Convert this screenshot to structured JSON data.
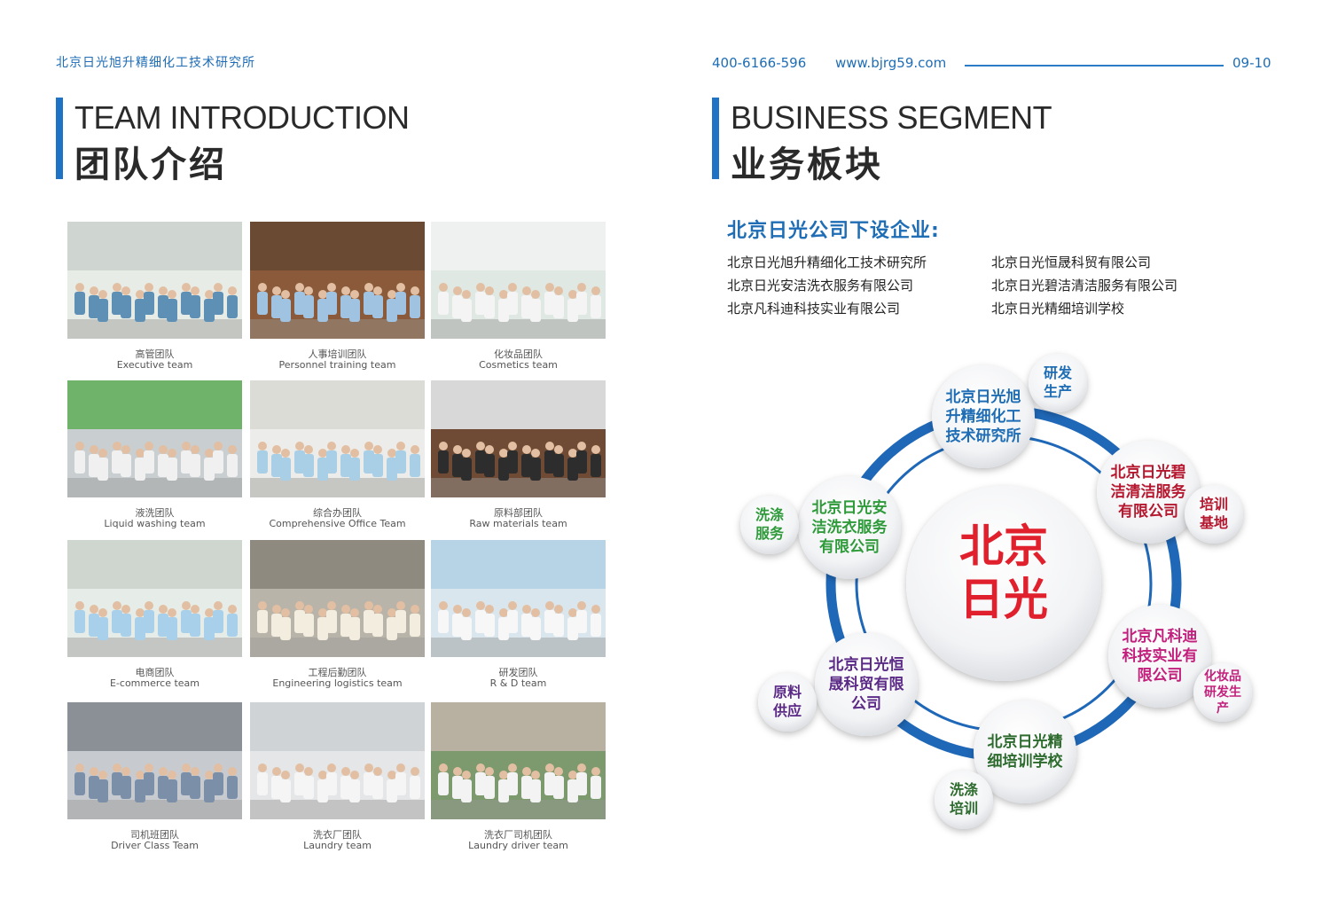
{
  "header": {
    "institute_name": "北京日光旭升精细化工技术研究所",
    "phone": "400-6166-596",
    "website": "www.bjrg59.com",
    "page_numbers": "09-10"
  },
  "team": {
    "title_en": "TEAM INTRODUCTION",
    "title_zh": "团队介绍",
    "photos": [
      {
        "zh": "高管团队",
        "en": "Executive team"
      },
      {
        "zh": "人事培训团队",
        "en": "Personnel training team"
      },
      {
        "zh": "化妆品团队",
        "en": "Cosmetics team"
      },
      {
        "zh": "液洗团队",
        "en": "Liquid washing team"
      },
      {
        "zh": "综合办团队",
        "en": "Comprehensive Office Team"
      },
      {
        "zh": "原料部团队",
        "en": "Raw materials team"
      },
      {
        "zh": "电商团队",
        "en": "E-commerce team"
      },
      {
        "zh": "工程后勤团队",
        "en": "Engineering logistics team"
      },
      {
        "zh": "研发团队",
        "en": "R & D team"
      },
      {
        "zh": "司机班团队",
        "en": "Driver Class Team"
      },
      {
        "zh": "洗衣厂团队",
        "en": "Laundry team"
      },
      {
        "zh": "洗衣厂司机团队",
        "en": "Laundry driver team"
      }
    ]
  },
  "business": {
    "title_en": "BUSINESS SEGMENT",
    "title_zh": "业务板块",
    "subsidiaries_title": "北京日光公司下设企业:",
    "subsidiaries": [
      "北京日光旭升精细化工技术研究所",
      "北京日光安洁洗衣服务有限公司",
      "北京凡科迪科技实业有限公司",
      "北京日光恒晟科贸有限公司",
      "北京日光碧洁清洁服务有限公司",
      "北京日光精细培训学校"
    ],
    "center": [
      "北京",
      "日光"
    ],
    "nodes": [
      {
        "lines": [
          "北京日光旭",
          "升精细化工",
          "技术研究所"
        ],
        "tag": [
          "研发",
          "生产"
        ],
        "color": "#1e6db5"
      },
      {
        "lines": [
          "北京日光碧",
          "洁清洁服务",
          "有限公司"
        ],
        "tag": [
          "培训",
          "基地"
        ],
        "color": "#b5172f"
      },
      {
        "lines": [
          "北京凡科迪",
          "科技实业有",
          "限公司"
        ],
        "tag": [
          "化妆品",
          "研发生",
          "产"
        ],
        "color": "#c2207c"
      },
      {
        "lines": [
          "北京日光精",
          "细培训学校"
        ],
        "tag": [
          "洗涤",
          "培训"
        ],
        "color": "#2e6b2e"
      },
      {
        "lines": [
          "北京日光恒",
          "晟科贸有限",
          "公司"
        ],
        "tag": [
          "原料",
          "供应"
        ],
        "color": "#5b2a86"
      },
      {
        "lines": [
          "北京日光安",
          "洁洗衣服务",
          "有限公司"
        ],
        "tag": [
          "洗涤",
          "服务"
        ],
        "color": "#2e9a3a"
      }
    ],
    "center_color": "#e0202c",
    "ring_color": "#1f68b8"
  }
}
